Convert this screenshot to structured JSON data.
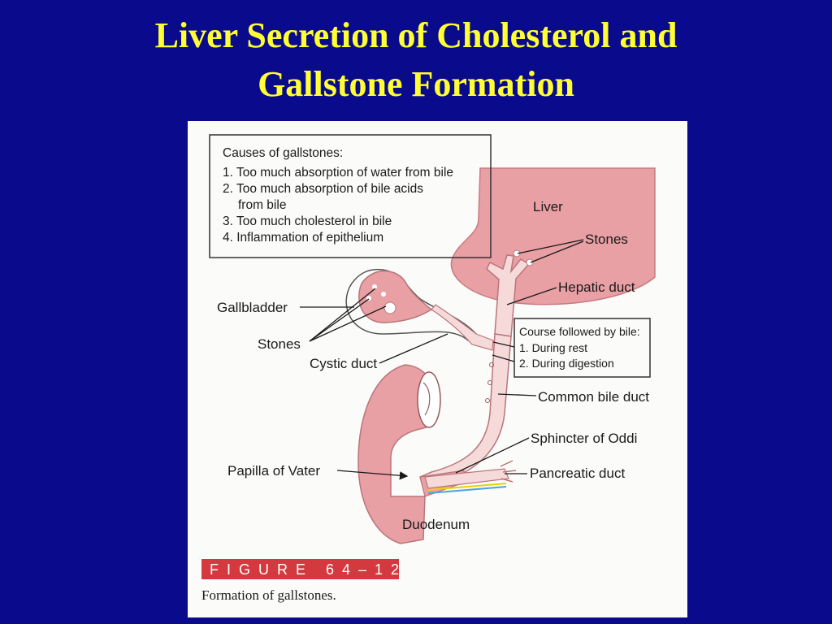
{
  "slide": {
    "title_line1": "Liver Secretion of Cholesterol and",
    "title_line2": "Gallstone Formation"
  },
  "figure": {
    "causes_box": {
      "heading": "Causes of gallstones:",
      "items": [
        "1. Too much absorption of water from bile",
        "2. Too much absorption of bile acids",
        "from bile",
        "3. Too much cholesterol in bile",
        "4. Inflammation of epithelium"
      ]
    },
    "bile_course_box": {
      "heading": "Course followed by bile:",
      "items": [
        "1. During rest",
        "2. During digestion"
      ]
    },
    "labels": {
      "liver": "Liver",
      "stones_liver": "Stones",
      "hepatic_duct": "Hepatic duct",
      "gallbladder": "Gallbladder",
      "stones_gallbladder": "Stones",
      "cystic_duct": "Cystic duct",
      "common_bile_duct": "Common bile duct",
      "sphincter_of_oddi": "Sphincter of Oddi",
      "papilla_of_vater": "Papilla of Vater",
      "pancreatic_duct": "Pancreatic duct",
      "duodenum": "Duodenum"
    },
    "figure_tag": "FIGURE 64–12",
    "caption": "Formation of gallstones.",
    "colors": {
      "organ_pink": "#e8a0a4",
      "organ_light": "#f6dada",
      "tag_red": "#d4393f"
    }
  }
}
